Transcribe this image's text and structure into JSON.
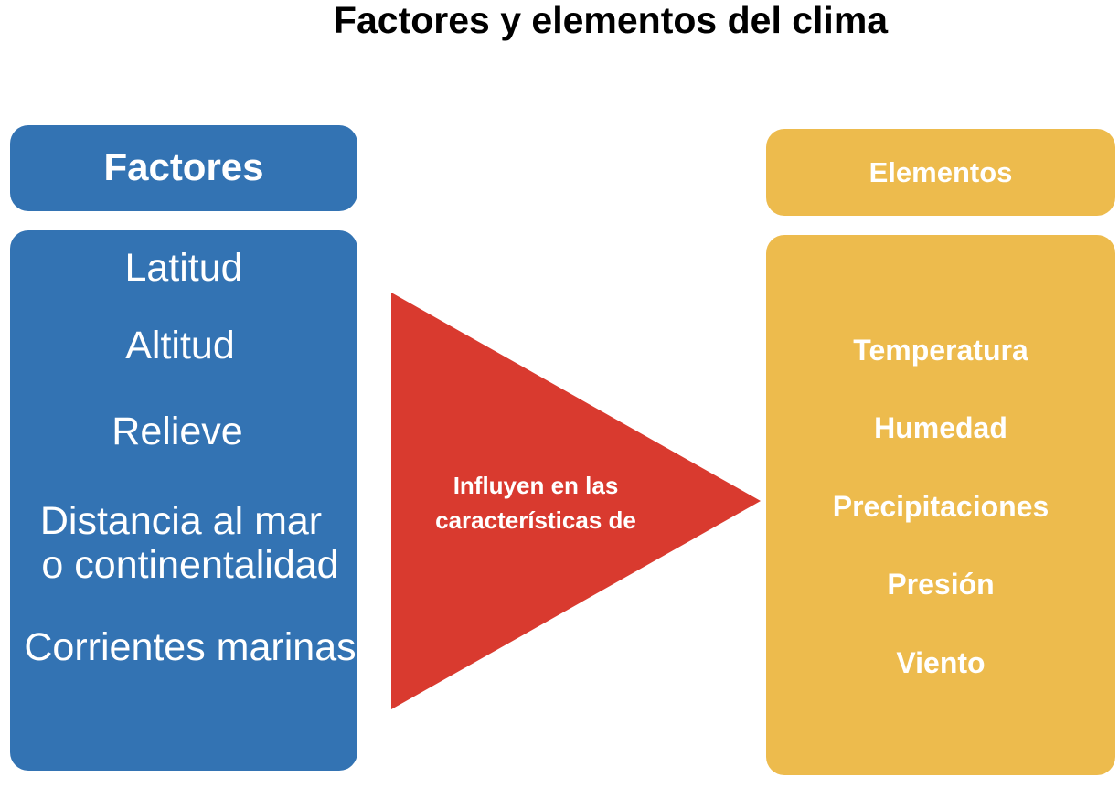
{
  "title": "Factores y elementos del clima",
  "colors": {
    "factores_blue": "#3373B3",
    "elementos_yellow": "#EDBB4D",
    "arrow_red": "#D93A2F",
    "text_on_box": "#FFFFFF",
    "title_text": "#000000"
  },
  "factores": {
    "header": "Factores",
    "items": [
      "Latitud",
      "Altitud",
      "Relieve",
      "Distancia al mar",
      "o continentalidad",
      "Corrientes marinas"
    ]
  },
  "connector": {
    "line1": "Influyen en las",
    "line2": "características de"
  },
  "elementos": {
    "header": "Elementos",
    "items": [
      "Temperatura",
      "Humedad",
      "Precipitaciones",
      "Presión",
      "Viento"
    ]
  }
}
